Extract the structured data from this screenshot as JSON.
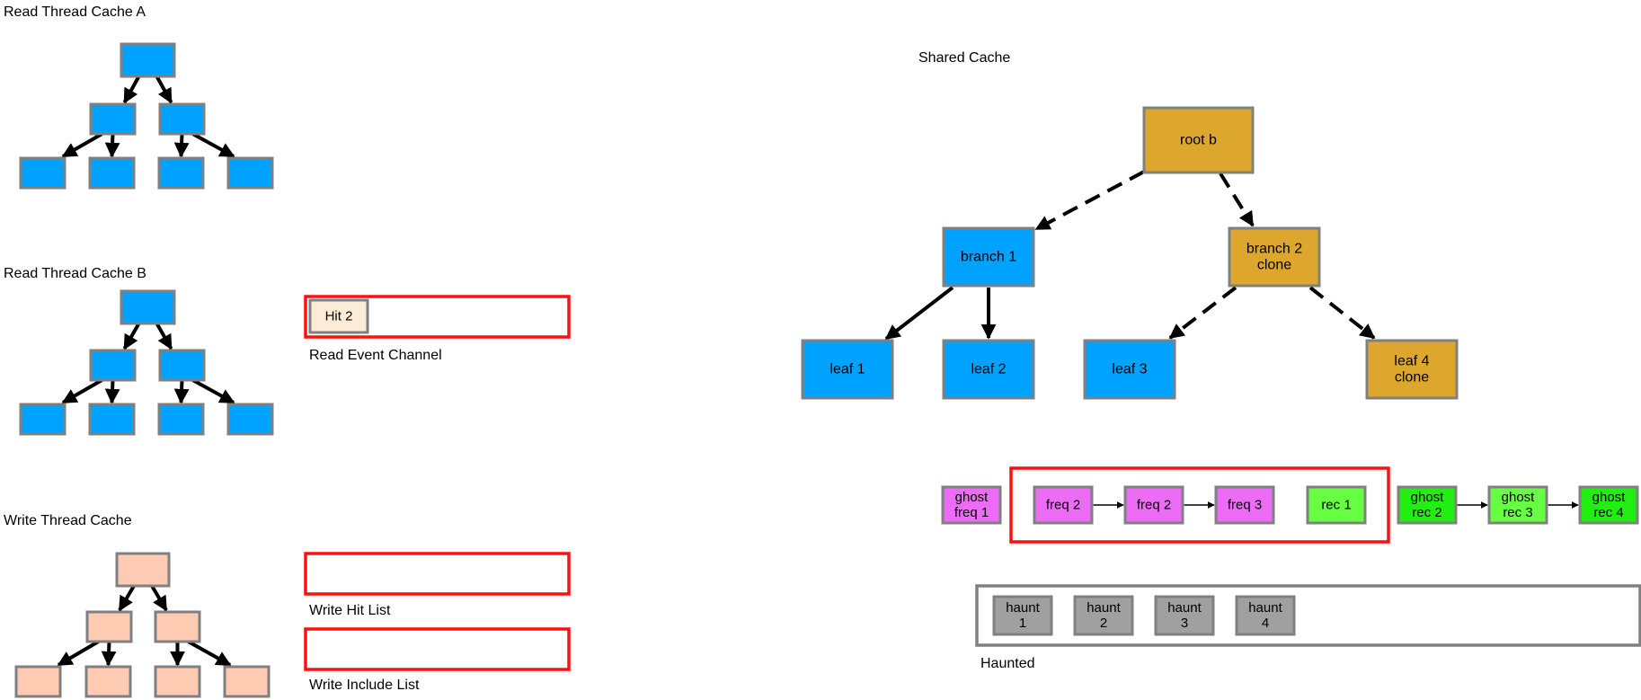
{
  "sections": {
    "read_cache_a": {
      "title": "Read Thread Cache A"
    },
    "read_cache_b": {
      "title": "Read Thread Cache B"
    },
    "write_cache": {
      "title": "Write Thread Cache"
    },
    "shared_cache": {
      "title": "Shared Cache"
    }
  },
  "channels": {
    "read_event": {
      "label": "Read Event Channel",
      "items": [
        "Hit 2"
      ]
    },
    "write_hit": {
      "label": "Write Hit List",
      "items": []
    },
    "write_include": {
      "label": "Write Include List",
      "items": []
    }
  },
  "shared_tree": {
    "root": "root b",
    "branch1": "branch 1",
    "branch2": [
      "branch 2",
      "clone"
    ],
    "leaf1": "leaf 1",
    "leaf2": "leaf 2",
    "leaf3": "leaf 3",
    "leaf4": [
      "leaf 4",
      "clone"
    ]
  },
  "arc_list": {
    "ghost_freq": [
      [
        "ghost",
        "freq 1"
      ]
    ],
    "freq": [
      "freq 2",
      "freq 2",
      "freq 3"
    ],
    "recent": [
      "rec 1"
    ],
    "ghost_rec": [
      [
        "ghost",
        "rec 2"
      ],
      [
        "ghost",
        "rec 3"
      ],
      [
        "ghost",
        "rec 4"
      ]
    ]
  },
  "haunted": {
    "label": "Haunted",
    "items": [
      [
        "haunt",
        "1"
      ],
      [
        "haunt",
        "2"
      ],
      [
        "haunt",
        "3"
      ],
      [
        "haunt",
        "4"
      ]
    ]
  },
  "colors": {
    "blue": "#00a2ff",
    "gold": "#dca72c",
    "peach": "#ffccb3",
    "cream": "#fcebd7",
    "magenta": "#ec6cf5",
    "green_light": "#66ff44",
    "green": "#22ee11",
    "gray": "#a0a0a0",
    "border": "#808080",
    "red": "#ff1010"
  }
}
